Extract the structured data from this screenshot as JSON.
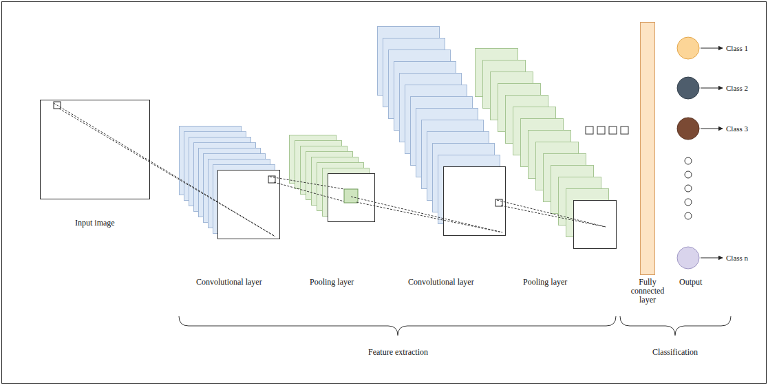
{
  "diagram": {
    "nodes": [
      {
        "text": [
          "Input image"
        ]
      },
      {
        "text": [
          "Convolutional layer"
        ]
      },
      {
        "text": [
          "Pooling layer"
        ]
      },
      {
        "text": [
          "Convolutional layer"
        ]
      },
      {
        "text": [
          "Pooling layer"
        ]
      },
      {
        "text": [
          "Fully connected layer"
        ]
      },
      {
        "text": [
          "Class 1"
        ]
      },
      {
        "text": [
          "Class 2"
        ]
      },
      {
        "text": [
          "Class 3"
        ]
      },
      {
        "text": [
          "Class n"
        ]
      }
    ],
    "edges": [
      {
        "from": 0,
        "to": 1,
        "arrow": "none"
      },
      {
        "from": 1,
        "to": 2,
        "arrow": "none"
      },
      {
        "from": 2,
        "to": 3,
        "arrow": "none"
      },
      {
        "from": 3,
        "to": 4,
        "arrow": "none"
      }
    ],
    "labels": [
      "Output",
      "Feature extraction",
      "Classification"
    ]
  }
}
